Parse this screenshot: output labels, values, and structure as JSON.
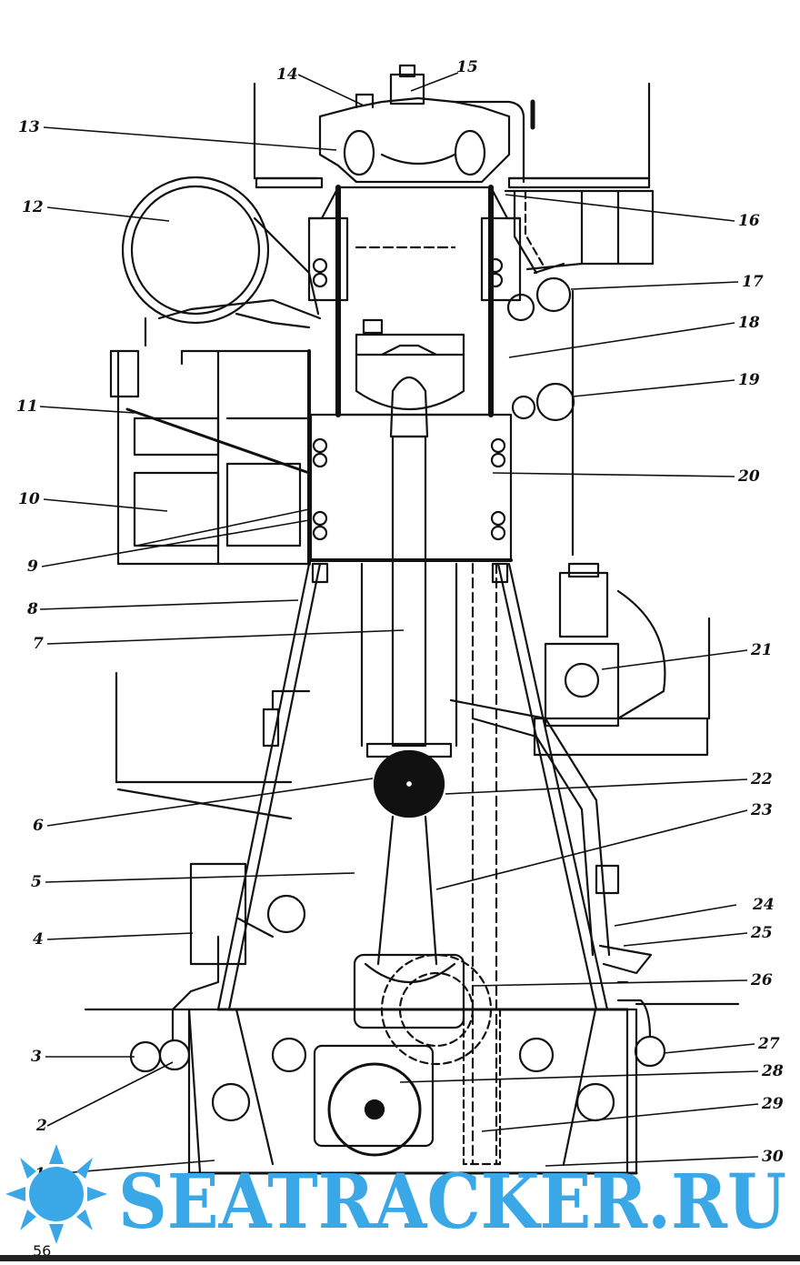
{
  "labels": [
    {
      "id": "1",
      "text": "1"
    },
    {
      "id": "2",
      "text": "2"
    },
    {
      "id": "3",
      "text": "3"
    },
    {
      "id": "4",
      "text": "4"
    },
    {
      "id": "5",
      "text": "5"
    },
    {
      "id": "6",
      "text": "6"
    },
    {
      "id": "7",
      "text": "7"
    },
    {
      "id": "8",
      "text": "8"
    },
    {
      "id": "9",
      "text": "9"
    },
    {
      "id": "10",
      "text": "10"
    },
    {
      "id": "11",
      "text": "11"
    },
    {
      "id": "12",
      "text": "12"
    },
    {
      "id": "13",
      "text": "13"
    },
    {
      "id": "14",
      "text": "14"
    },
    {
      "id": "15",
      "text": "15"
    },
    {
      "id": "16",
      "text": "16"
    },
    {
      "id": "17",
      "text": "17"
    },
    {
      "id": "18",
      "text": "18"
    },
    {
      "id": "19",
      "text": "19"
    },
    {
      "id": "20",
      "text": "20"
    },
    {
      "id": "21",
      "text": "21"
    },
    {
      "id": "22",
      "text": "22"
    },
    {
      "id": "23",
      "text": "23"
    },
    {
      "id": "24",
      "text": "24"
    },
    {
      "id": "25",
      "text": "25"
    },
    {
      "id": "26",
      "text": "26"
    },
    {
      "id": "27",
      "text": "27"
    },
    {
      "id": "28",
      "text": "28"
    },
    {
      "id": "29",
      "text": "29"
    },
    {
      "id": "30",
      "text": "30"
    }
  ],
  "page_number": "56",
  "watermark": {
    "text": "SEATRACKER.RU",
    "color": "#3aa8e6"
  },
  "colors": {
    "ink": "#111111",
    "paper": "#ffffff"
  }
}
